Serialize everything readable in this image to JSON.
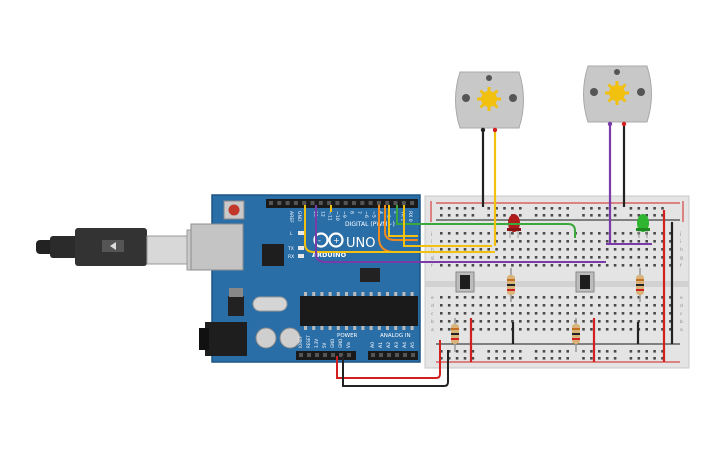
{
  "arduino": {
    "logo": "ARDUINO",
    "model": "UNO",
    "digital_label": "DIGITAL (PWM~)",
    "power_label": "POWER",
    "analog_label": "ANALOG IN",
    "aref": "AREF",
    "gnd": "GND",
    "tx": "TX",
    "rx": "RX",
    "l": "L",
    "digital_pins": [
      "13",
      "12",
      "~11",
      "~10",
      "~9",
      "8",
      "7",
      "~6",
      "~5",
      "4",
      "~3",
      "2",
      "TX 1",
      "RX 0"
    ],
    "power_pins": [
      "IOREF",
      "RESET",
      "3.3V",
      "5V",
      "GND",
      "GND",
      "Vin"
    ],
    "analog_pins": [
      "A0",
      "A1",
      "A2",
      "A3",
      "A4",
      "A5"
    ]
  },
  "breadboard": {
    "row_letters_left": [
      "a",
      "b",
      "c",
      "d",
      "e"
    ],
    "row_letters_right": [
      "f",
      "g",
      "h",
      "i",
      "j"
    ]
  },
  "components": {
    "motors": 2,
    "leds": [
      {
        "color": "#b01c1c"
      },
      {
        "color": "#2fb52f"
      }
    ],
    "resistors": 4,
    "buttons": 2
  },
  "colors": {
    "board": "#2a6ea8",
    "wire_yellow": "#f2c10f",
    "wire_purple": "#7a3aa8",
    "wire_green": "#3aa83a",
    "wire_red": "#d21f1f",
    "wire_black": "#222222",
    "wire_orange": "#f08a1c"
  }
}
